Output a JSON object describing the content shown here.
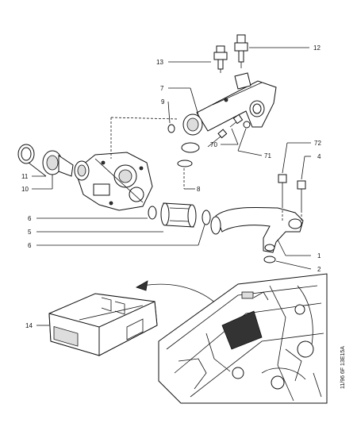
{
  "diagram": {
    "callouts": {
      "c1": "1",
      "c2": "2",
      "c4": "4",
      "c5": "5",
      "c6a": "6",
      "c6b": "6",
      "c7": "7",
      "c8": "8",
      "c9": "9",
      "c10": "10",
      "c11": "11",
      "c12": "12",
      "c13": "13",
      "c14": "14",
      "c70": "70",
      "c71": "71",
      "c72": "72"
    },
    "reference_code": "11/96  6F 13E15A"
  }
}
